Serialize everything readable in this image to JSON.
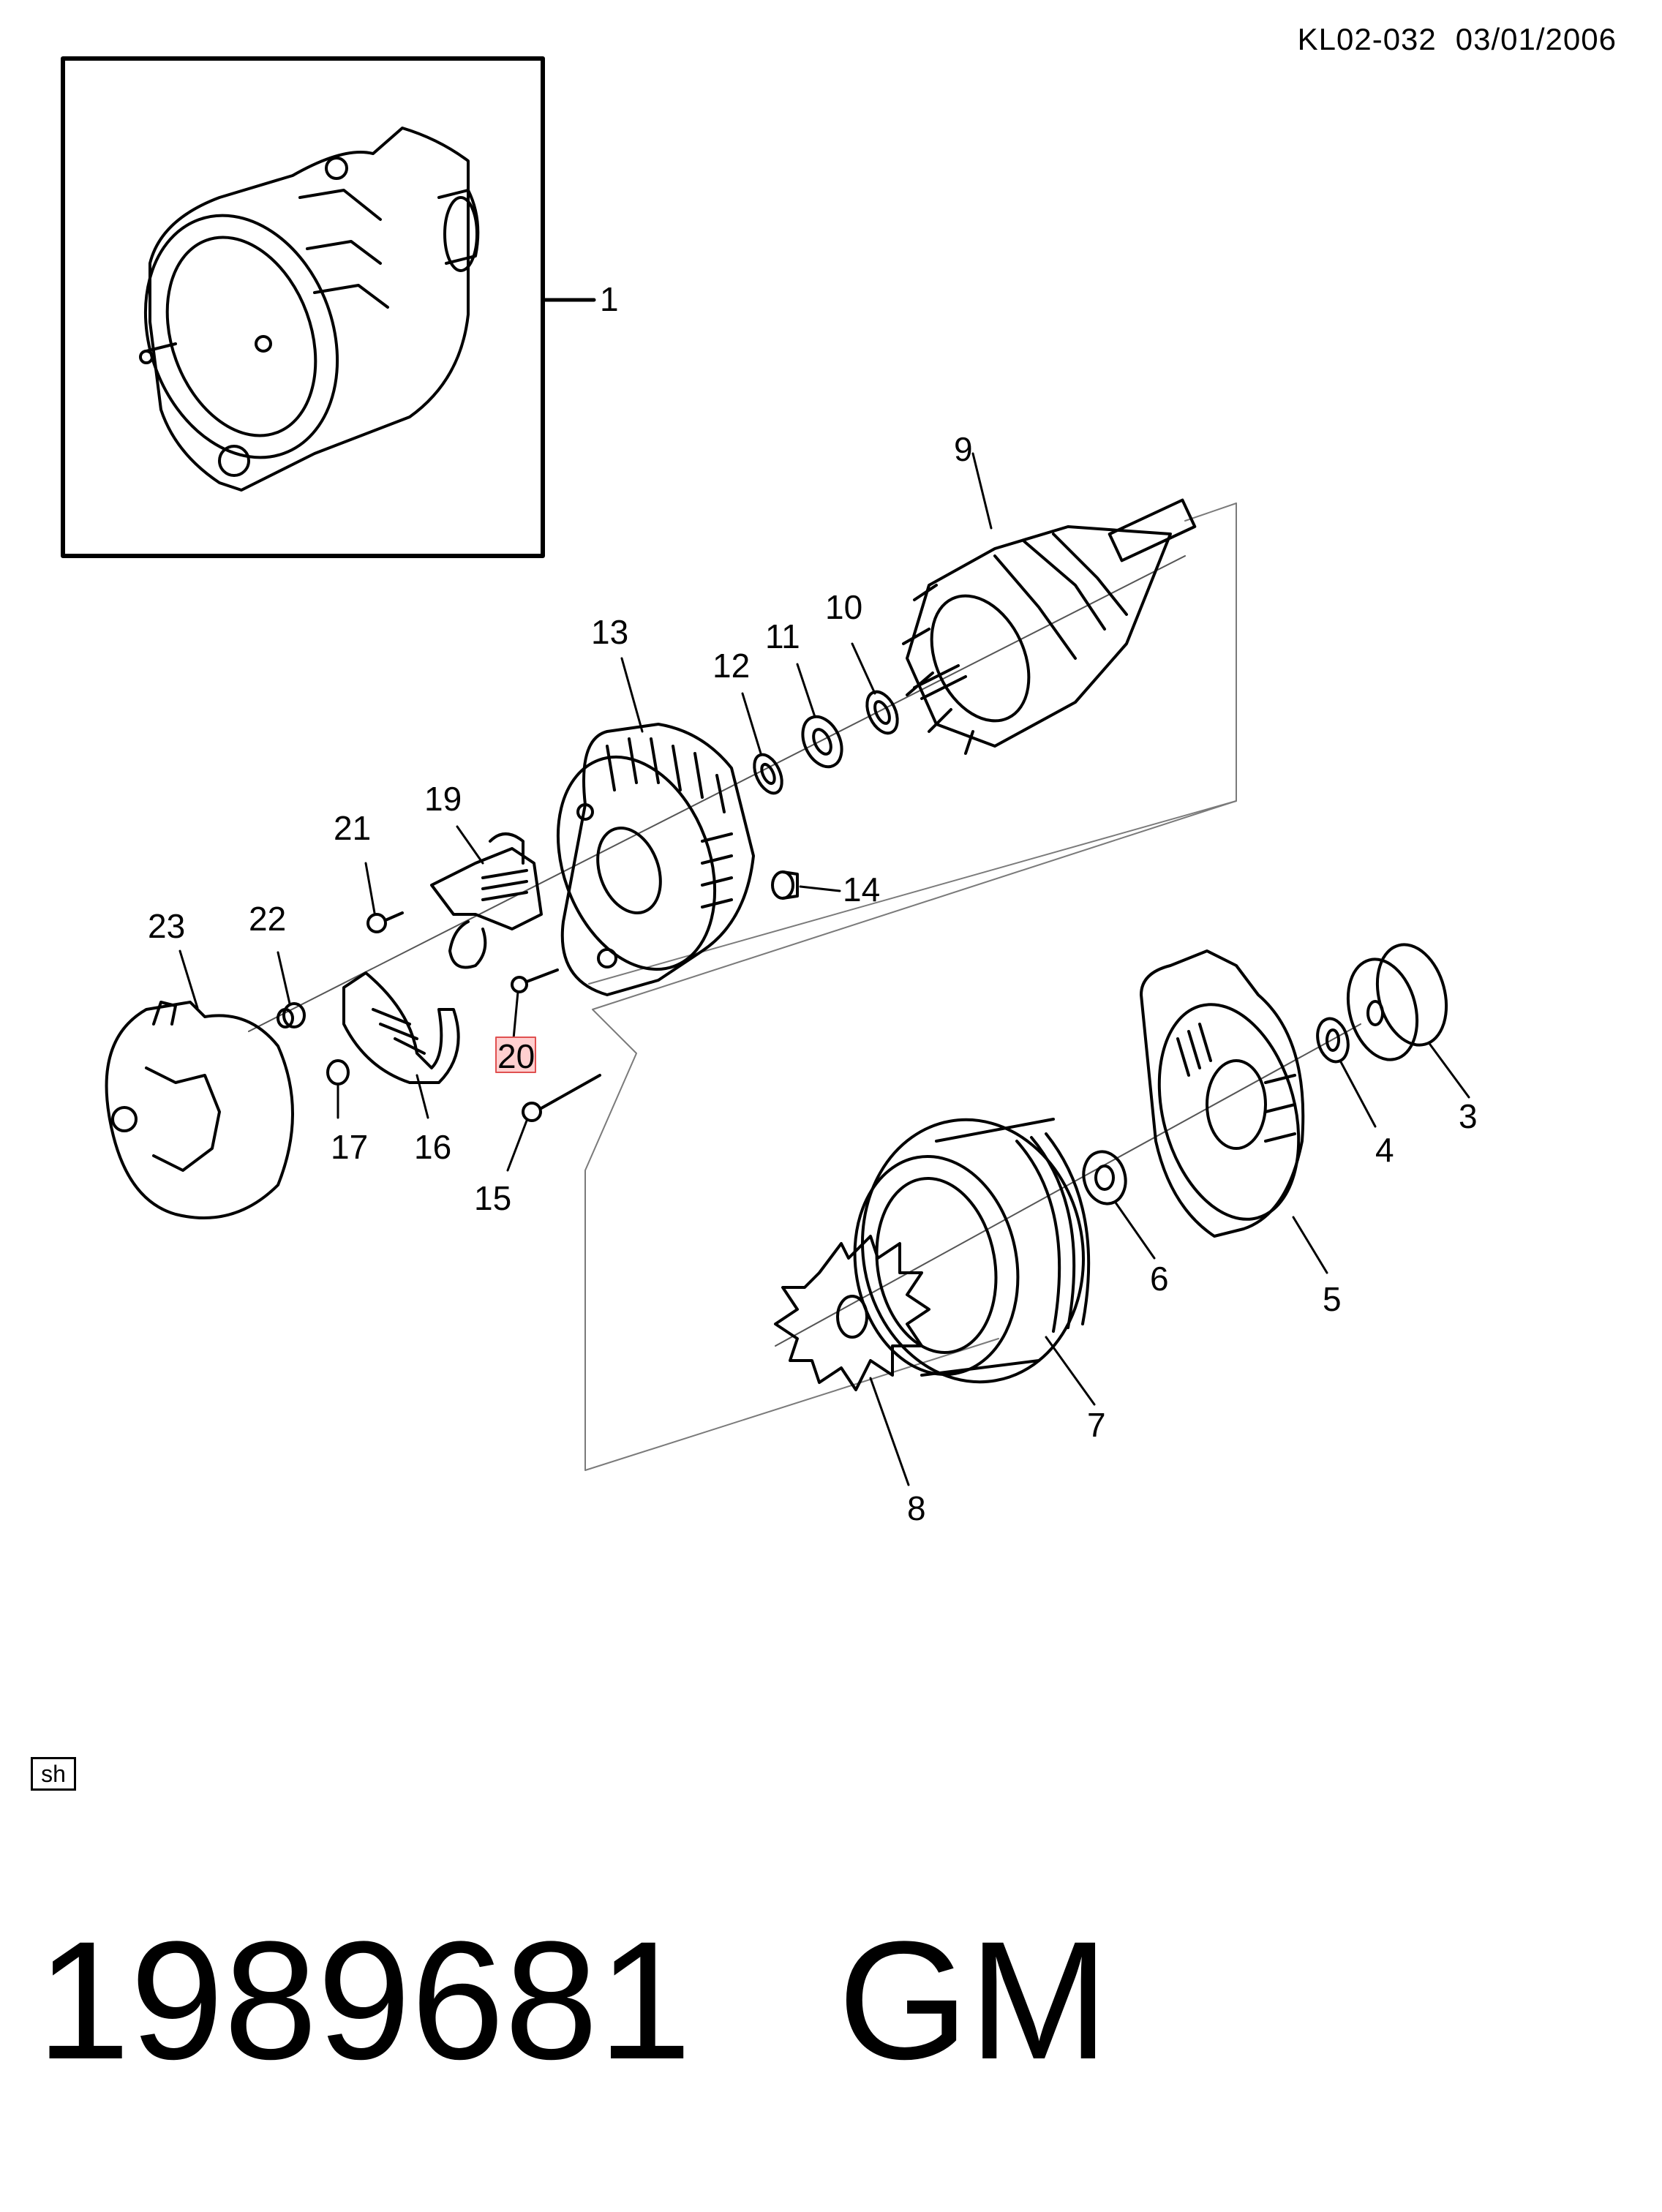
{
  "header": {
    "code": "KL02-032",
    "date": "03/01/2006"
  },
  "callouts": [
    "1",
    "9",
    "10",
    "11",
    "12",
    "13",
    "14",
    "19",
    "21",
    "20",
    "23",
    "22",
    "17",
    "16",
    "15",
    "3",
    "4",
    "5",
    "6",
    "7",
    "8"
  ],
  "highlighted_callout": "20",
  "sheet_tag": "sh",
  "footer": {
    "part_number": "1989681",
    "manufacturer": "GM"
  },
  "colors": {
    "line": "#000000",
    "highlight": "#e05050",
    "frame": "#7a7a7a"
  }
}
